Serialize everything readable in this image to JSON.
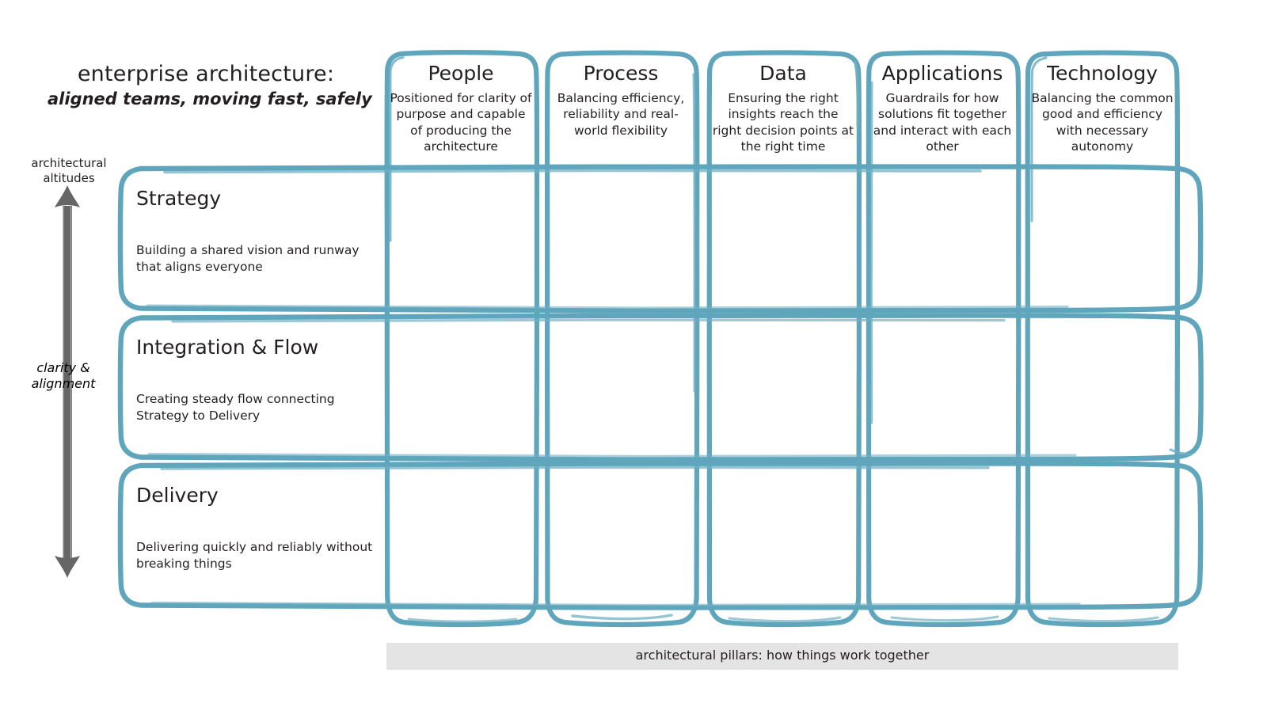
{
  "title": {
    "line1": "enterprise architecture:",
    "line2": "aligned teams, moving fast, safely"
  },
  "axis": {
    "top_label": "architectural\naltitudes",
    "top_label_line1": "architectural",
    "top_label_line2": "altitudes",
    "mid_label_line1": "clarity &",
    "mid_label_line2": "alignment",
    "arrow_color": "#666666",
    "direction": "double-headed-vertical"
  },
  "columns": [
    {
      "id": "people",
      "title": "People",
      "desc": "Positioned for clarity of purpose and capable of producing the architecture"
    },
    {
      "id": "process",
      "title": "Process",
      "desc": "Balancing efficiency, reliability and real-world flexibility"
    },
    {
      "id": "data",
      "title": "Data",
      "desc": "Ensuring the right insights reach the right decision points at the right time"
    },
    {
      "id": "applications",
      "title": "Applications",
      "desc": "Guardrails for how solutions fit together and interact with each other"
    },
    {
      "id": "technology",
      "title": "Technology",
      "desc": "Balancing the common good and efficiency with necessary autonomy"
    }
  ],
  "rows": [
    {
      "id": "strategy",
      "title": "Strategy",
      "desc": "Building a shared vision and runway that aligns everyone"
    },
    {
      "id": "integration-and-flow",
      "title": "Integration & Flow",
      "desc": "Creating steady flow connecting Strategy to Delivery"
    },
    {
      "id": "delivery",
      "title": "Delivery",
      "desc": "Delivering quickly and reliably without breaking things"
    }
  ],
  "footer": {
    "label": "architectural pillars: how things work together",
    "background": "#e4e4e4"
  },
  "colors": {
    "teal": "#5fa5bc",
    "teal_light": "#6fb0c4",
    "gray_arrow": "#666666",
    "text": "#231f20",
    "footer_band": "#e4e4e4",
    "page_background": "#ffffff"
  }
}
